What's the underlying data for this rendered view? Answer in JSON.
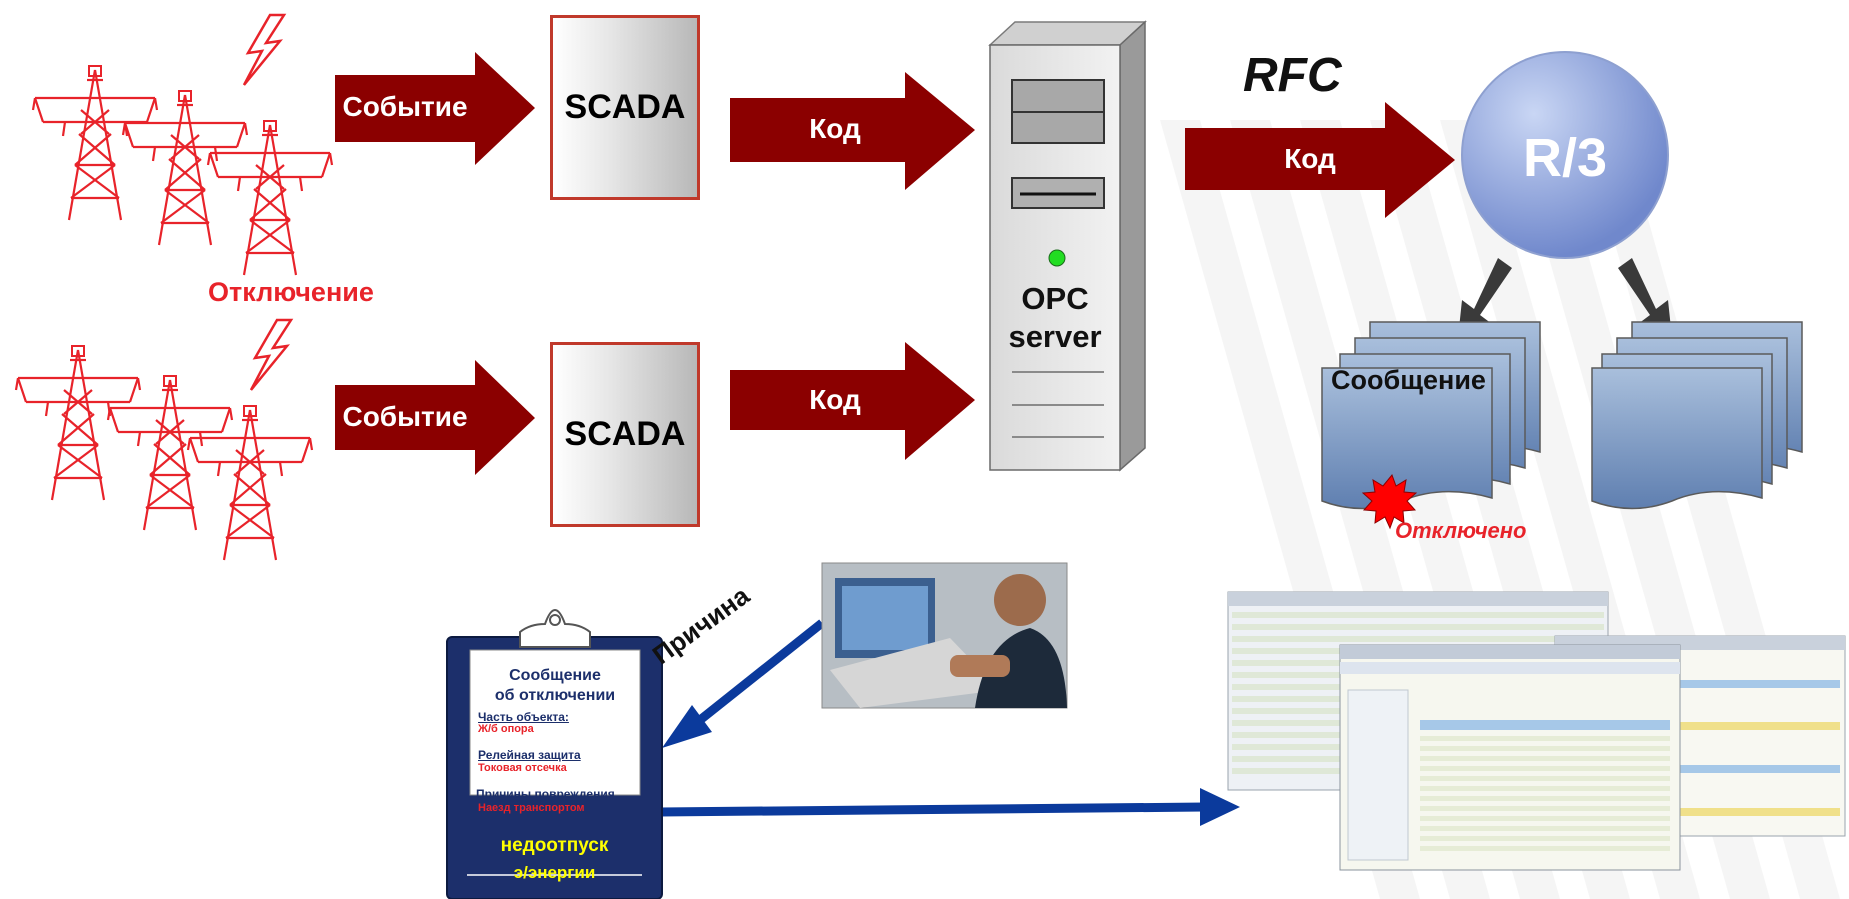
{
  "event_label": "Событие",
  "scada_label": "SCADA",
  "code_label": "Код",
  "rfc_label": "RFC",
  "r3_label": "R/3",
  "opc_label_line1": "OPC",
  "opc_label_line2": "server",
  "outage_label": "Отключение",
  "message_label": "Сообщение",
  "disconnected_label": "Отключено",
  "cause_label": "Причина",
  "clipboard": {
    "title_line1": "Сообщение",
    "title_line2": "об отключении",
    "part_heading": "Часть объекта:",
    "part_value": "Ж/б опора",
    "relay_heading": "Релейная защита",
    "relay_value": "Токовая отсечка",
    "damage_heading": "Причины повреждения",
    "damage_value": "Наезд транспортом",
    "footer_line1": "недоотпуск",
    "footer_line2": "э/энергии"
  },
  "colors": {
    "arrow_red": "#8b0000",
    "blue_arrow": "#0b3a9c",
    "accent_red": "#e8232a",
    "clipboard_navy": "#1c2f6b",
    "footer_yellow": "#ffff00"
  }
}
